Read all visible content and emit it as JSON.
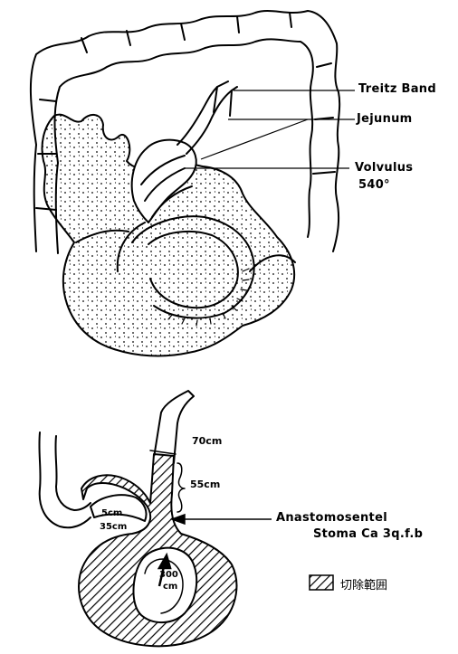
{
  "top_diagram": {
    "labels": {
      "treitz_band": "Treitz Band",
      "jejunum": "Jejunum",
      "volvulus": "Volvulus",
      "volvulus_degrees": "540°"
    }
  },
  "bottom_diagram": {
    "labels": {
      "len_70": "70cm",
      "len_55": "55cm",
      "len_5": "5cm",
      "len_35": "35cm",
      "len_300_value": "300",
      "len_300_unit": "cm",
      "anastomosentel": "Anastomosentel",
      "stoma_ca": "Stoma Ca 3q.f.b"
    },
    "legend": {
      "text": "切除範囲"
    }
  }
}
